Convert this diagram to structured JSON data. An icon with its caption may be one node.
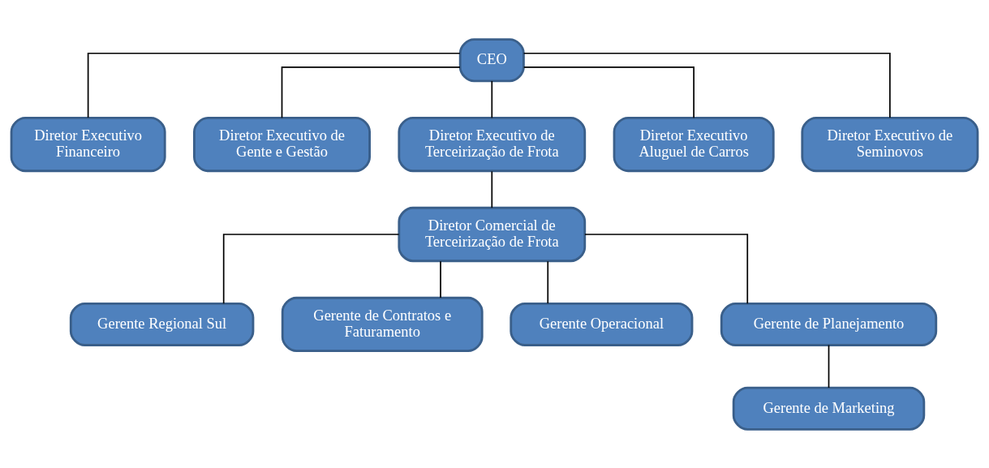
{
  "diagram": {
    "nodes": [
      {
        "text": [
          "CEO"
        ]
      },
      {
        "text": [
          "Diretor Executivo Financeiro"
        ]
      },
      {
        "text": [
          "Diretor Executivo de Gente e Gestão"
        ]
      },
      {
        "text": [
          "Diretor Executivo de Terceirização de Frota"
        ]
      },
      {
        "text": [
          "Diretor Executivo Aluguel de Carros"
        ]
      },
      {
        "text": [
          "Diretor Executivo de Seminovos"
        ]
      },
      {
        "text": [
          "Diretor Comercial de Terceirização de Frota"
        ]
      },
      {
        "text": [
          "Gerente Regional Sul"
        ]
      },
      {
        "text": [
          "Gerente de Contratos e Faturamento"
        ]
      },
      {
        "text": [
          "Gerente Operacional"
        ]
      },
      {
        "text": [
          "Gerente de Planejamento"
        ]
      },
      {
        "text": [
          "Gerente de Marketing"
        ]
      }
    ],
    "edges": [
      {
        "from": 0,
        "to": 1,
        "arrow": "none"
      },
      {
        "from": 0,
        "to": 2,
        "arrow": "none"
      },
      {
        "from": 0,
        "to": 3,
        "arrow": "none"
      },
      {
        "from": 0,
        "to": 4,
        "arrow": "none"
      },
      {
        "from": 0,
        "to": 5,
        "arrow": "none"
      },
      {
        "from": 3,
        "to": 6,
        "arrow": "none"
      },
      {
        "from": 6,
        "to": 7,
        "arrow": "none"
      },
      {
        "from": 6,
        "to": 8,
        "arrow": "none"
      },
      {
        "from": 6,
        "to": 9,
        "arrow": "none"
      },
      {
        "from": 6,
        "to": 10,
        "arrow": "none"
      },
      {
        "from": 10,
        "to": 11,
        "arrow": "none"
      }
    ]
  }
}
